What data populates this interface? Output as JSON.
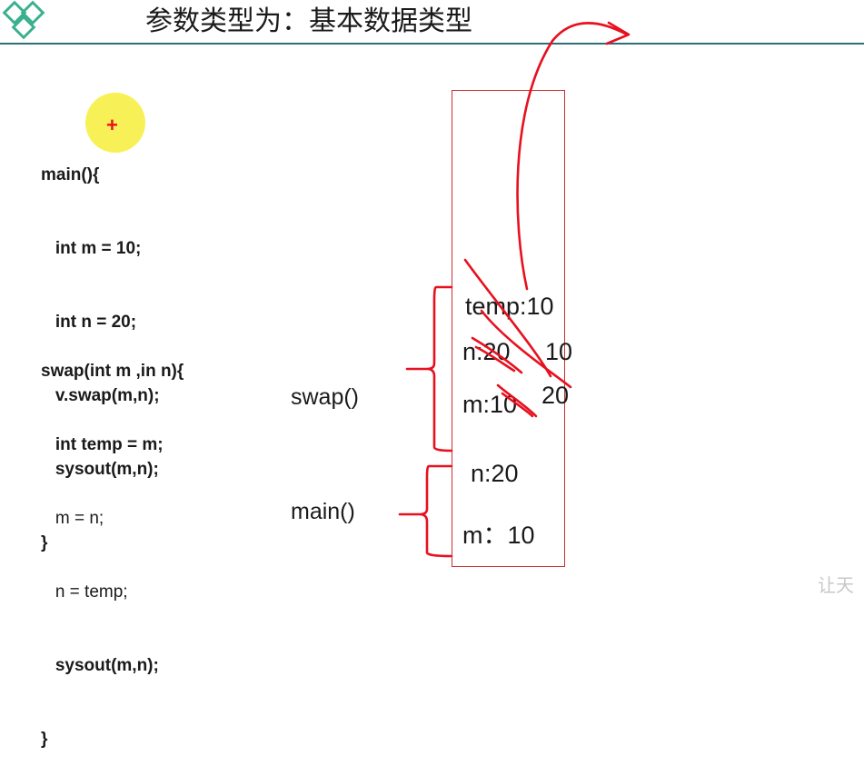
{
  "slide": {
    "title": "参数类型为：基本数据类型",
    "watermark": "让天"
  },
  "code": {
    "main": [
      {
        "text": "main(){",
        "bold": true
      },
      {
        "text": "   int m = 10;",
        "bold": true
      },
      {
        "text": "   int n = 20;",
        "bold": true
      },
      {
        "text": "   v.swap(m,n);",
        "bold": true
      },
      {
        "text": "   sysout(m,n);",
        "bold": true
      },
      {
        "text": "}",
        "bold": true
      }
    ],
    "swap": [
      {
        "text": "swap(int m ,in n){",
        "bold": true
      },
      {
        "text": "   int temp = m;",
        "bold": true
      },
      {
        "text": "   m = n;",
        "bold": false
      },
      {
        "text": "   n = temp;",
        "bold": false
      },
      {
        "text": "   sysout(m,n);",
        "bold": true
      },
      {
        "text": "}",
        "bold": true
      }
    ]
  },
  "stack": {
    "swap_frame": {
      "label": "swap()",
      "cells": {
        "temp": "temp:10",
        "n": "n:20",
        "m": "m:10"
      },
      "annotations": {
        "n_new": "10",
        "m_new": "20"
      }
    },
    "main_frame": {
      "label": "main()",
      "cells": {
        "n": "n:20",
        "m": "m：10"
      }
    }
  },
  "colors": {
    "accent": "#2c6e7a",
    "logo": "#3bb08f",
    "annotation": "#e8101f",
    "highlight": "#f6ef3a",
    "box": "#c9302c"
  }
}
